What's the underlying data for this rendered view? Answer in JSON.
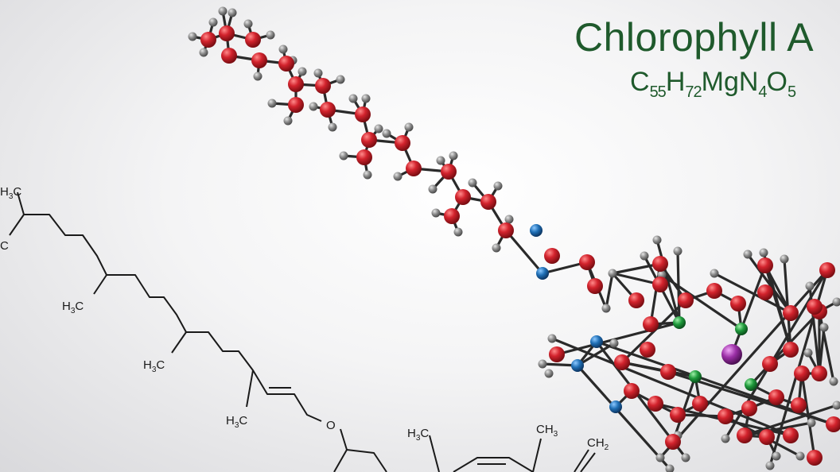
{
  "title": "Chlorophyll A",
  "formula": {
    "parts": [
      {
        "t": "C",
        "s": "55"
      },
      {
        "t": "H",
        "s": "72"
      },
      {
        "t": "Mg",
        "s": ""
      },
      {
        "t": "N",
        "s": "4"
      },
      {
        "t": "O",
        "s": "5"
      }
    ]
  },
  "structure_labels": {
    "h3c_1": "H",
    "h3c_1_sub": "3",
    "h3c_1_c": "C",
    "c_edge": "C",
    "h3c_2": "H",
    "h3c_2_sub": "3",
    "h3c_2_c": "C",
    "h3c_3": "H",
    "h3c_3_sub": "3",
    "h3c_3_c": "C",
    "h3c_4": "H",
    "h3c_4_sub": "3",
    "h3c_4_c": "C",
    "o_ester": "O",
    "h3c_5": "H",
    "h3c_5_sub": "3",
    "h3c_5_c": "C",
    "ch3": "CH",
    "ch3_sub": "3",
    "ch2": "CH",
    "ch2_sub": "2"
  },
  "colors": {
    "carbon": "#c8202a",
    "hydrogen": "#8a8a8a",
    "oxygen_blue": "#1f6fb5",
    "nitrogen": "#1f9a3c",
    "magnesium": "#9b2fa6",
    "title_green": "#1f5a2c"
  }
}
